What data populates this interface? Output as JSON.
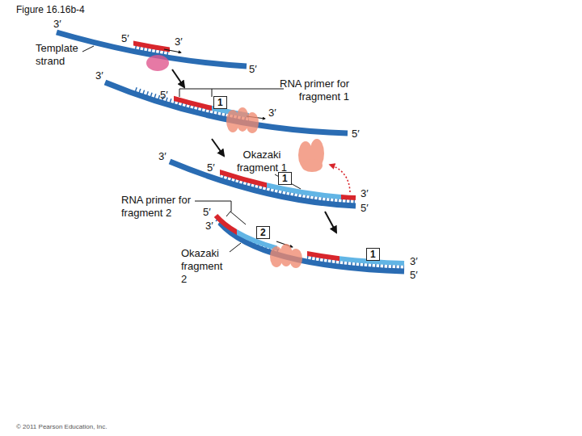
{
  "diagram": {
    "title": "Figure 16.16b-4",
    "nodes": [
      {
        "text": [
          "1"
        ]
      },
      {
        "text": [
          "1"
        ]
      },
      {
        "text": [
          "2"
        ]
      },
      {
        "text": [
          "1"
        ]
      }
    ],
    "labels": [
      "3′",
      "5′",
      "3′",
      "Template strand",
      "5′",
      "3′",
      "5′",
      "RNA primer for fragment 1",
      "3′",
      "5′",
      "3′",
      "5′",
      "Okazaki fragment 1",
      "3′",
      "5′",
      "RNA primer for fragment 2",
      "5′",
      "3′",
      "Okazaki fragment 2",
      "3′",
      "5′",
      "© 2011 Pearson Education, Inc."
    ]
  }
}
